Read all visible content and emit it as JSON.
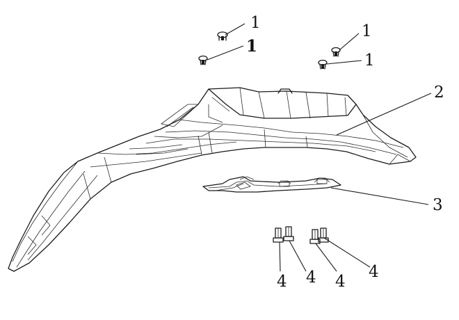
{
  "diagram": {
    "callouts": [
      {
        "label": "1",
        "bold": false
      },
      {
        "label": "1",
        "bold": true
      },
      {
        "label": "1",
        "bold": false
      },
      {
        "label": "1",
        "bold": false
      },
      {
        "label": "2",
        "bold": false
      },
      {
        "label": "3",
        "bold": false
      },
      {
        "label": "4",
        "bold": false
      },
      {
        "label": "4",
        "bold": false
      },
      {
        "label": "4",
        "bold": false
      },
      {
        "label": "4",
        "bold": false
      }
    ]
  }
}
